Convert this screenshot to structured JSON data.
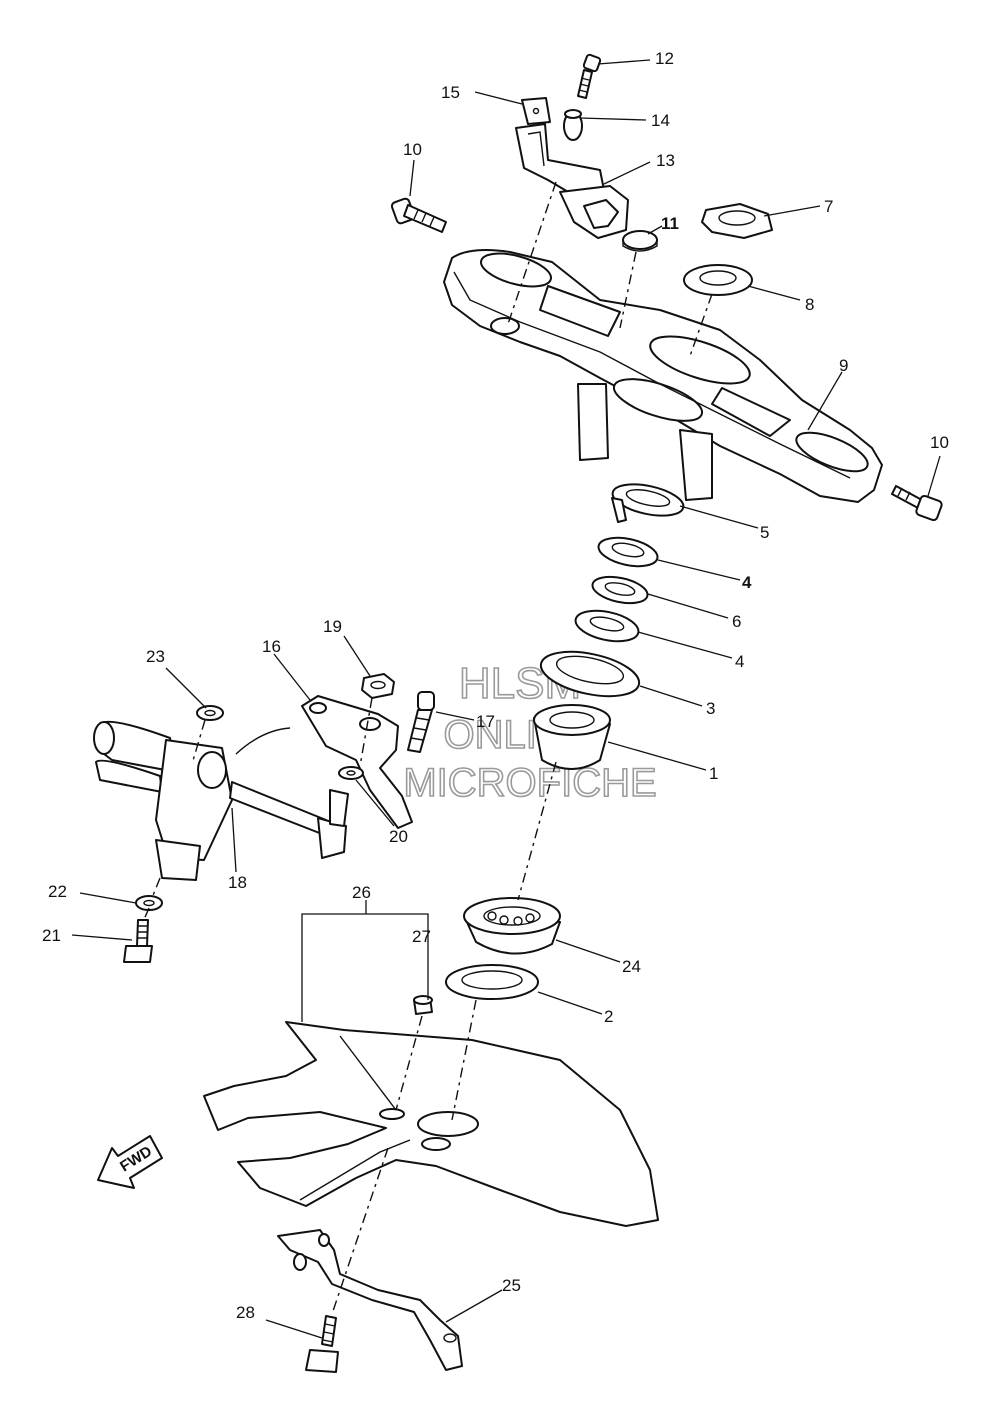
{
  "watermark": {
    "line1": "HLSM",
    "line2": "ONLINE",
    "line3": "MICROFICHE"
  },
  "direction_label": "FWD",
  "callouts": {
    "c1": "1",
    "c2": "2",
    "c3": "3",
    "c4a": "4",
    "c4b": "4",
    "c5": "5",
    "c6": "6",
    "c7": "7",
    "c8": "8",
    "c9": "9",
    "c10a": "10",
    "c10b": "10",
    "c11": "11",
    "c12": "12",
    "c13": "13",
    "c14": "14",
    "c15": "15",
    "c16": "16",
    "c17": "17",
    "c18": "18",
    "c19": "19",
    "c20": "20",
    "c21": "21",
    "c22": "22",
    "c23": "23",
    "c24": "24",
    "c25": "25",
    "c26": "26",
    "c27": "27",
    "c28": "28"
  }
}
